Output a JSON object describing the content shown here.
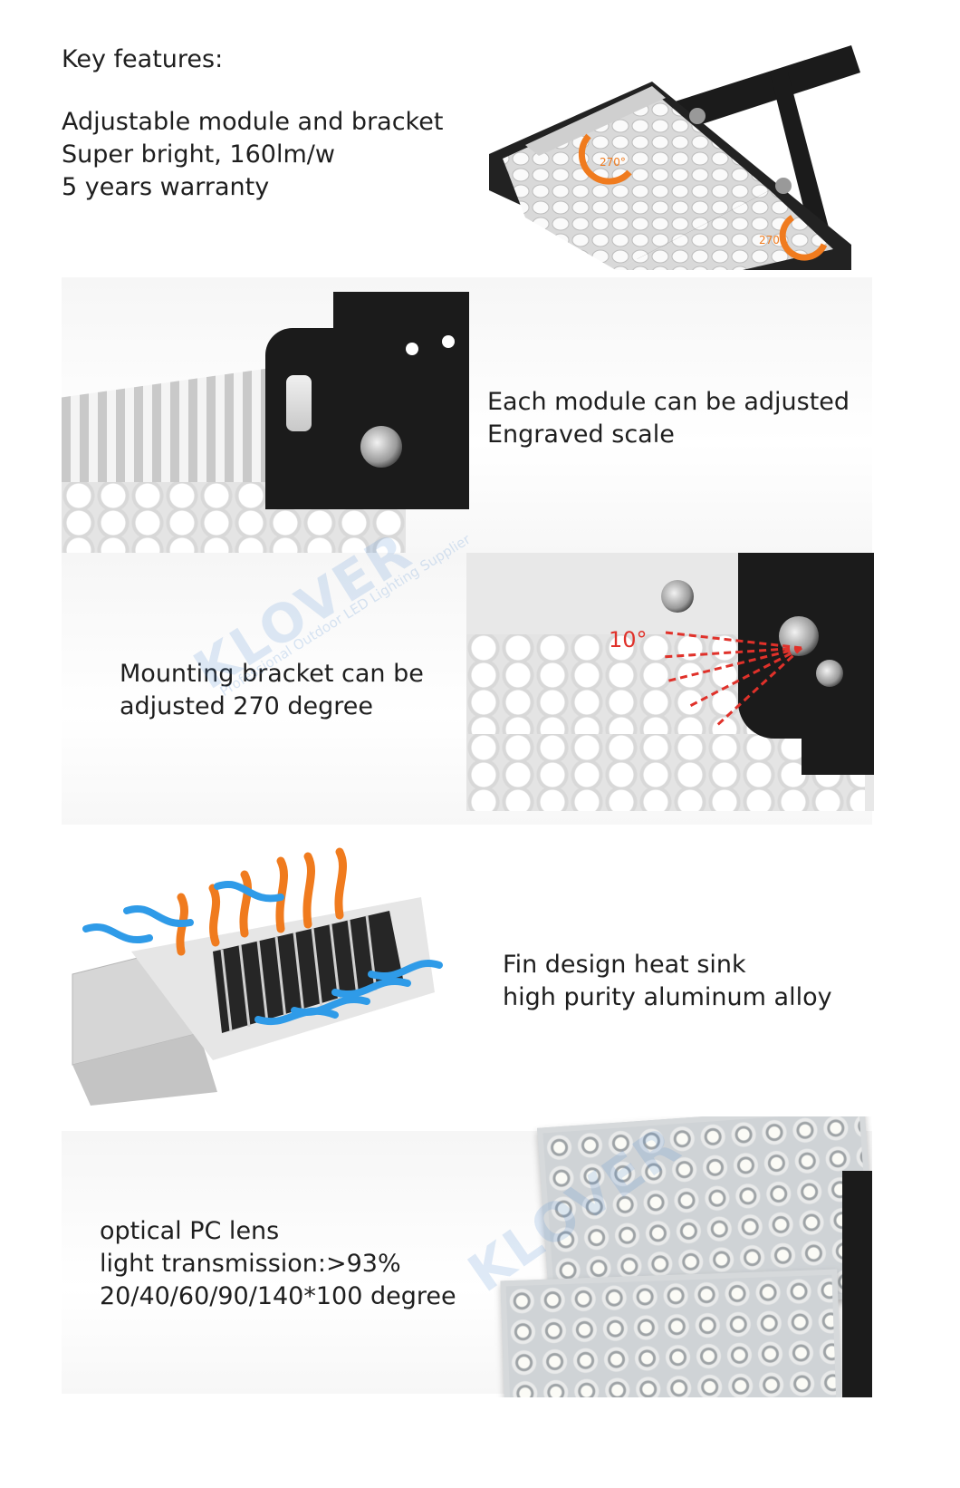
{
  "key_features": {
    "heading": "Key features:",
    "lines": [
      "Adjustable module and bracket",
      "Super bright, 160lm/w",
      "5 years warranty"
    ]
  },
  "section_module": {
    "lines": [
      "Each module can be adjusted",
      "Engraved scale"
    ]
  },
  "section_bracket": {
    "lines": [
      "Mounting bracket can be",
      "adjusted 270 degree"
    ],
    "angle_label": "10°"
  },
  "section_heatsink": {
    "lines": [
      "Fin design heat sink",
      "high purity aluminum alloy"
    ]
  },
  "section_lens": {
    "lines": [
      "optical PC lens",
      "light transmission:>93%",
      "20/40/60/90/140*100 degree"
    ]
  },
  "top_photo": {
    "angle_a": "270°",
    "angle_b": "270°"
  },
  "watermark": {
    "brand": "KLOVER",
    "sub": "Professional Outdoor LED Lighting Supplier"
  },
  "colors": {
    "text": "#1e1e1e",
    "accent_red": "#e0312a",
    "arrow_orange": "#f07b1e",
    "arrow_blue": "#2f9be8",
    "bracket_black": "#1b1b1b"
  }
}
